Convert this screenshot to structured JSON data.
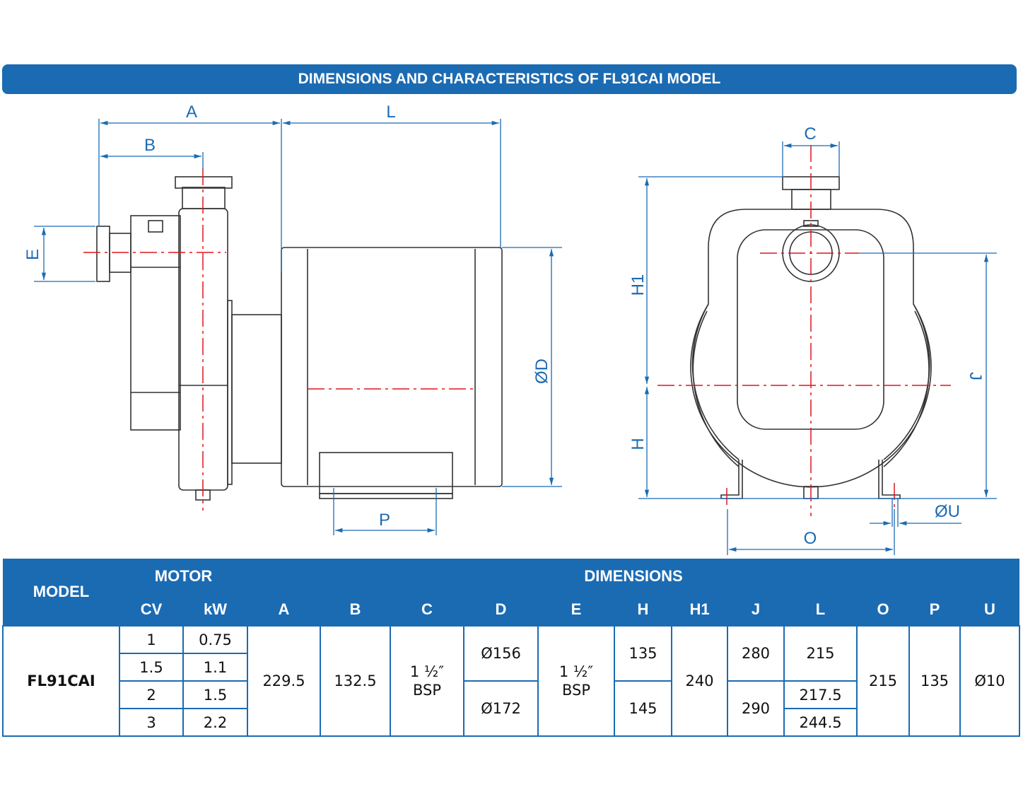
{
  "title": "DIMENSIONS AND CHARACTERISTICS OF FL91CAI MODEL",
  "diagram_labels": {
    "A": "A",
    "L": "L",
    "B": "B",
    "E": "E",
    "D": "ØD",
    "P": "P",
    "C": "C",
    "H1": "H1",
    "H": "H",
    "J": "J",
    "O": "O",
    "U": "ØU"
  },
  "colors": {
    "accent": "#1b6bb3",
    "centerline": "#e0141e",
    "outline": "#333333"
  },
  "table": {
    "headers": {
      "model": "MODEL",
      "motor": "MOTOR",
      "dimensions": "DIMENSIONS",
      "cv": "CV",
      "kw": "kW",
      "A": "A",
      "B": "B",
      "C": "C",
      "D": "D",
      "E": "E",
      "H": "H",
      "H1": "H1",
      "J": "J",
      "L": "L",
      "O": "O",
      "P": "P",
      "U": "U"
    },
    "model": "FL91CAI",
    "rows": [
      {
        "cv": "1",
        "kw": "0.75"
      },
      {
        "cv": "1.5",
        "kw": "1.1"
      },
      {
        "cv": "2",
        "kw": "1.5"
      },
      {
        "cv": "3",
        "kw": "2.2"
      }
    ],
    "A": "229.5",
    "B": "132.5",
    "C_1": "1 ½″",
    "C_2": "BSP",
    "D": [
      "Ø156",
      "Ø172"
    ],
    "E_1": "1 ½″",
    "E_2": "BSP",
    "H": [
      "135",
      "145"
    ],
    "H1": "240",
    "J": [
      "280",
      "290"
    ],
    "L": [
      "215",
      "217.5",
      "244.5"
    ],
    "O": "215",
    "P": "135",
    "U": "Ø10"
  }
}
